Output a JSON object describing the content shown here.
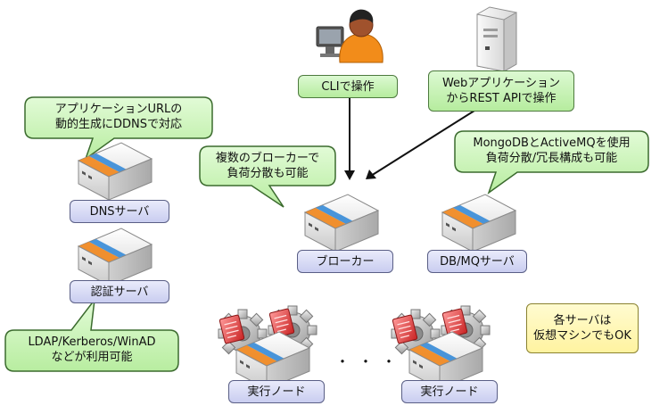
{
  "nodes": {
    "dns_server": "DNSサーバ",
    "auth_server": "認証サーバ",
    "broker": "ブローカー",
    "db_mq_server": "DB/MQサーバ",
    "exec_node_1": "実行ノード",
    "exec_node_2": "実行ノード"
  },
  "callouts": {
    "dns": [
      "アプリケーションURLの",
      "動的生成にDDNSで対応"
    ],
    "broker": [
      "複数のブローカーで",
      "負荷分散も可能"
    ],
    "db_mq": [
      "MongoDBとActiveMQを使用",
      "負荷分散/冗長構成も可能"
    ],
    "auth": [
      "LDAP/Kerberos/WinAD",
      "などが利用可能"
    ]
  },
  "actions": {
    "cli": "CLIで操作",
    "web": [
      "Webアプリケーション",
      "からREST APIで操作"
    ]
  },
  "note": [
    "各サーバは",
    "仮想マシンでもOK"
  ],
  "ellipsis": "・・・",
  "colors": {
    "label_fill": "#c9cdf0",
    "callout_fill": "#c8f2b6",
    "note_fill": "#fff3a0",
    "stripe_orange": "#f08a24",
    "stripe_blue": "#3f8fd8"
  }
}
